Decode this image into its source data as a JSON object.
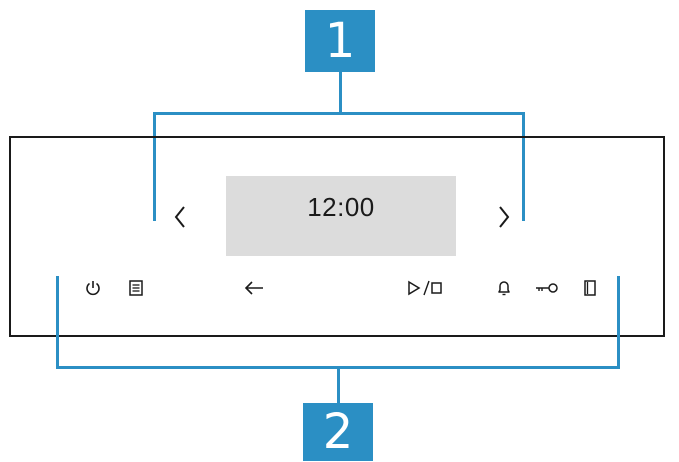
{
  "callouts": {
    "one": "1",
    "two": "2"
  },
  "display": {
    "time": "12:00"
  },
  "icons": {
    "left_arrow": "chevron-left-icon",
    "right_arrow": "chevron-right-icon",
    "power": "power-icon",
    "menu": "menu-icon",
    "back": "back-arrow-icon",
    "play_stop": "play-stop-icon",
    "timer": "bell-icon",
    "child_lock": "key-icon",
    "door": "door-icon"
  },
  "colors": {
    "callout": "#2b8fc4",
    "panel_border": "#1a1a1a",
    "display_bg": "#dcdcdc"
  }
}
